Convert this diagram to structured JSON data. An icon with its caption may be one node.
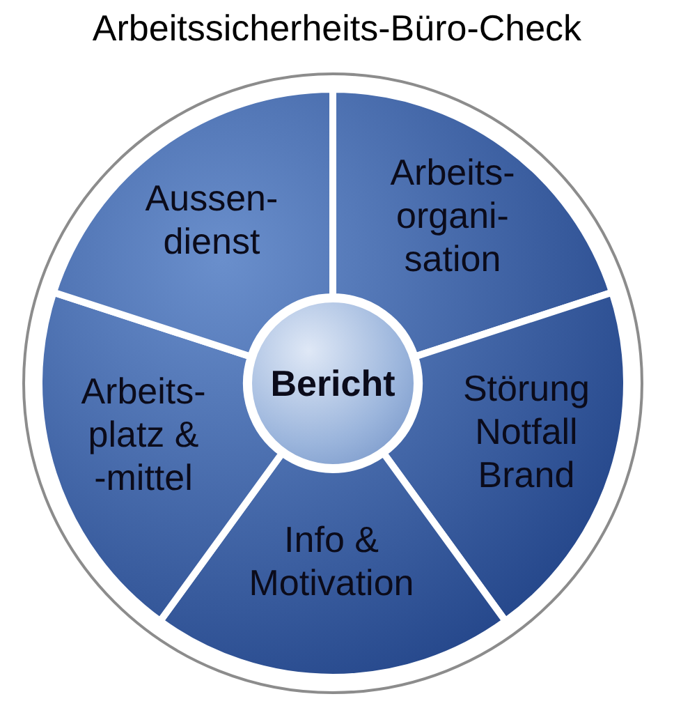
{
  "diagram": {
    "title": "Arbeitssicherheits-Büro-Check",
    "nodes": [
      {
        "text": [
          "Bericht"
        ]
      },
      {
        "text": [
          "Arbeits- organi- sation"
        ]
      },
      {
        "text": [
          "Störung Notfall Brand"
        ]
      },
      {
        "text": [
          "Info & Motivation"
        ]
      },
      {
        "text": [
          "Arbeits- platz & -mittel"
        ]
      },
      {
        "text": [
          "Aussen- dienst"
        ]
      }
    ]
  }
}
